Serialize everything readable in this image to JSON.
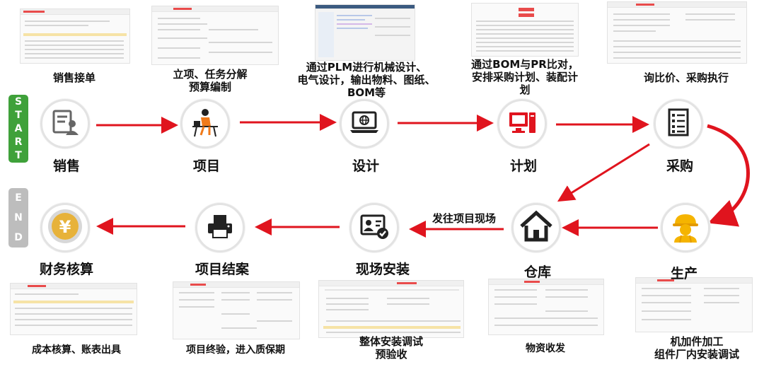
{
  "start_letters": [
    "S",
    "T",
    "A",
    "R",
    "T"
  ],
  "end_letters": [
    "E",
    "N",
    "D"
  ],
  "nodes": {
    "sales": "销售",
    "project": "项目",
    "design": "设计",
    "plan": "计划",
    "purchase": "采购",
    "produce": "生产",
    "warehouse": "仓库",
    "site_install": "现场安装",
    "project_close": "项目结案",
    "finance": "财务核算"
  },
  "captions": {
    "sales": [
      "销售接单"
    ],
    "project": [
      "立项、任务分解",
      "预算编制"
    ],
    "design": [
      "通过PLM进行机械设计、",
      "电气设计，输出物料、图纸、",
      "BOM等"
    ],
    "plan": [
      "通过BOM与PR比对，",
      "安排采购计划、装配计",
      "划"
    ],
    "purchase": [
      "询比价、采购执行"
    ],
    "warehouse": [
      "物资收发"
    ],
    "produce": [
      "机加件加工",
      "组件厂内安装调试"
    ],
    "site_install": [
      "整体安装调试",
      "预验收"
    ],
    "project_close": [
      "项目终验，进入质保期"
    ],
    "finance": [
      "成本核算、账表出具"
    ]
  },
  "edge_labels": {
    "warehouse_to_site": "发往项目现场"
  },
  "colors": {
    "arrow": "#e0141e",
    "start_green": "#3fa13a",
    "end_gray": "#b9b9b9",
    "finance_gold": "#e7b23a"
  },
  "icons": {
    "sales": "contact-card-icon",
    "project": "person-at-desk-icon",
    "design": "laptop-globe-icon",
    "plan": "desktop-computer-icon",
    "purchase": "checklist-icon",
    "produce": "worker-helmet-icon",
    "warehouse": "house-icon",
    "site_install": "id-card-check-icon",
    "project_close": "printer-icon",
    "finance": "yen-coin-icon"
  }
}
